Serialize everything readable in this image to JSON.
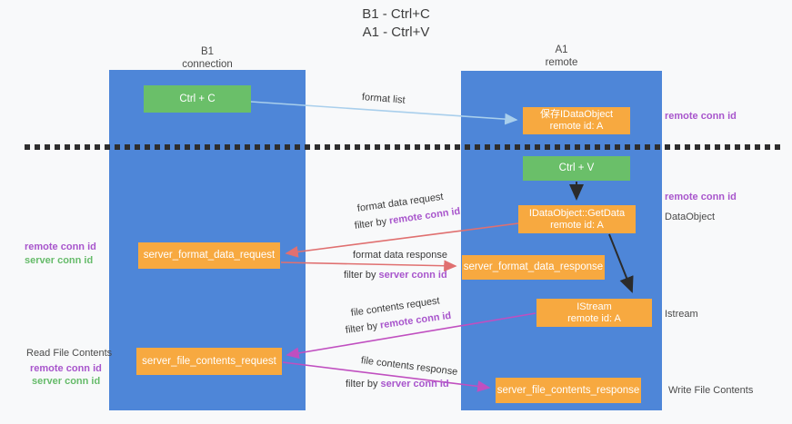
{
  "title": {
    "line1": "B1 - Ctrl+C",
    "line2": "A1 - Ctrl+V"
  },
  "lanes": {
    "left": {
      "name": "B1",
      "subtitle": "connection"
    },
    "right": {
      "name": "A1",
      "subtitle": "remote"
    }
  },
  "boxes": {
    "ctrl_c": {
      "label": "Ctrl + C"
    },
    "ctrl_v": {
      "label": "Ctrl + V"
    },
    "save_dataobject": {
      "line1": "保存IDataObject",
      "line2": "remote id: A"
    },
    "getdata": {
      "line1": "IDataObject::GetData",
      "line2": "remote id: A"
    },
    "istream": {
      "line1": "IStream",
      "line2": "remote id: A"
    },
    "server_format_data_request": {
      "label": "server_format_data_request"
    },
    "server_format_data_response": {
      "label": "server_format_data_response"
    },
    "server_file_contents_request": {
      "label": "server_file_contents_request"
    },
    "server_file_contents_response": {
      "label": "server_file_contents_response"
    }
  },
  "arrows": {
    "format_list": {
      "label": "format list"
    },
    "format_data_request": {
      "label": "format data request",
      "filter_prefix": "filter by",
      "filter_key": "remote conn id"
    },
    "format_data_response": {
      "label": "format data response",
      "filter_prefix": "filter by",
      "filter_key": "server conn id"
    },
    "file_contents_request": {
      "label": "file contents request",
      "filter_prefix": "filter by",
      "filter_key": "remote conn id"
    },
    "file_contents_response": {
      "label": "file contents response",
      "filter_prefix": "filter by",
      "filter_key": "server conn id"
    }
  },
  "side_labels": {
    "right_remote_conn_id_top": "remote conn id",
    "right_remote_conn_id_mid": "remote conn id",
    "dataobject": "DataObject",
    "istream": "Istream",
    "write_file_contents": "Write File Contents",
    "left_remote_conn_id_mid": "remote conn id",
    "left_server_conn_id_mid": "server conn id",
    "read_file_contents": "Read File Contents",
    "left_remote_conn_id_bottom": "remote conn id",
    "left_server_conn_id_bottom": "server conn id"
  },
  "colors": {
    "lane_blue": "#4e86d8",
    "box_green": "#6abf69",
    "box_orange": "#f7a940",
    "arrow_red": "#e07070",
    "arrow_magenta": "#c04fc0",
    "arrow_lightblue": "#a9cfec",
    "arrow_black": "#2b2b2b",
    "label_purple": "#a855cc",
    "label_green": "#66bb6a",
    "background": "#f8f9fa"
  }
}
